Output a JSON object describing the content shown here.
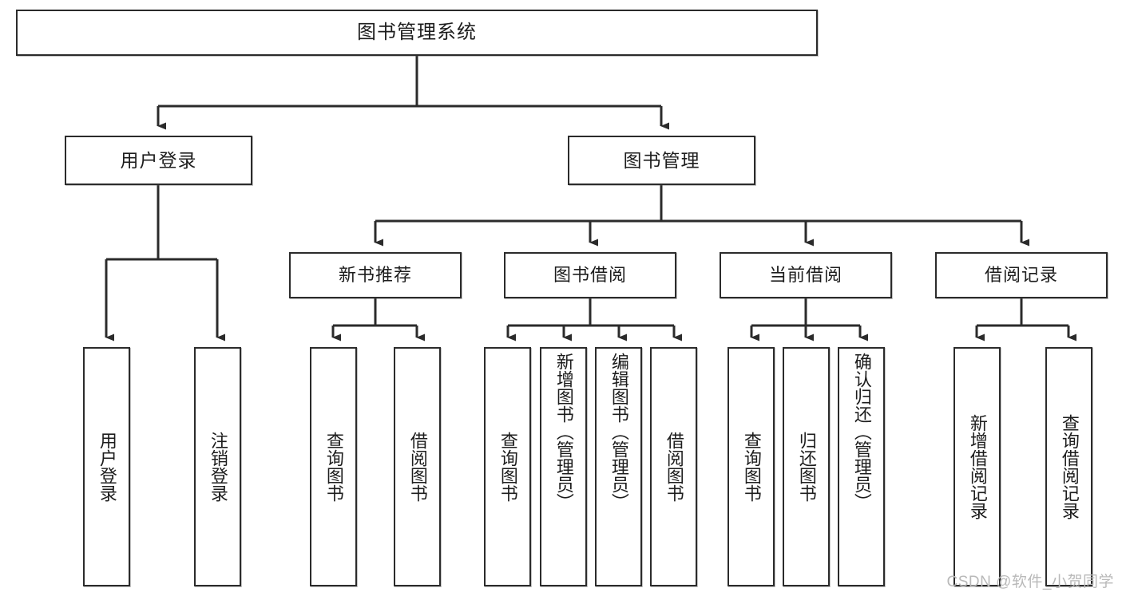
{
  "diagram": {
    "title": "图书管理系统",
    "type": "tree",
    "watermark": "CSDN @软件_小贺同学",
    "colors": {
      "box_border": "#2b2b2b",
      "box_fill": "#ffffff",
      "connector": "#2b2b2b",
      "text": "#1d1d1d",
      "watermark": "#b9b9b9"
    },
    "nodes": {
      "root": {
        "label": "图书管理系统"
      },
      "level2": [
        {
          "id": "user-login",
          "label": "用户登录"
        },
        {
          "id": "book-management",
          "label": "图书管理"
        }
      ],
      "level3": [
        {
          "id": "new-book-recommend",
          "label": "新书推荐",
          "parent": "book-management"
        },
        {
          "id": "book-borrow",
          "label": "图书借阅",
          "parent": "book-management"
        },
        {
          "id": "current-borrow",
          "label": "当前借阅",
          "parent": "book-management"
        },
        {
          "id": "borrow-record",
          "label": "借阅记录",
          "parent": "book-management"
        }
      ],
      "leaves": [
        {
          "id": "leaf-user-login",
          "label": "用户登录",
          "parent": "user-login"
        },
        {
          "id": "leaf-user-logout",
          "label": "注销登录",
          "parent": "user-login"
        },
        {
          "id": "leaf-query-book-1",
          "label": "查询图书",
          "parent": "new-book-recommend"
        },
        {
          "id": "leaf-borrow-book-1",
          "label": "借阅图书",
          "parent": "new-book-recommend"
        },
        {
          "id": "leaf-query-book-2",
          "label": "查询图书",
          "parent": "book-borrow"
        },
        {
          "id": "leaf-add-book",
          "label": "新增图书（管理员）",
          "parent": "book-borrow"
        },
        {
          "id": "leaf-edit-book",
          "label": "编辑图书（管理员）",
          "parent": "book-borrow"
        },
        {
          "id": "leaf-borrow-book-2",
          "label": "借阅图书",
          "parent": "book-borrow"
        },
        {
          "id": "leaf-query-book-3",
          "label": "查询图书",
          "parent": "current-borrow"
        },
        {
          "id": "leaf-return-book",
          "label": "归还图书",
          "parent": "current-borrow"
        },
        {
          "id": "leaf-confirm-return",
          "label": "确认归还（管理员）",
          "parent": "current-borrow"
        },
        {
          "id": "leaf-add-record",
          "label": "新增借阅记录",
          "parent": "borrow-record"
        },
        {
          "id": "leaf-query-record",
          "label": "查询借阅记录",
          "parent": "borrow-record"
        }
      ]
    }
  }
}
